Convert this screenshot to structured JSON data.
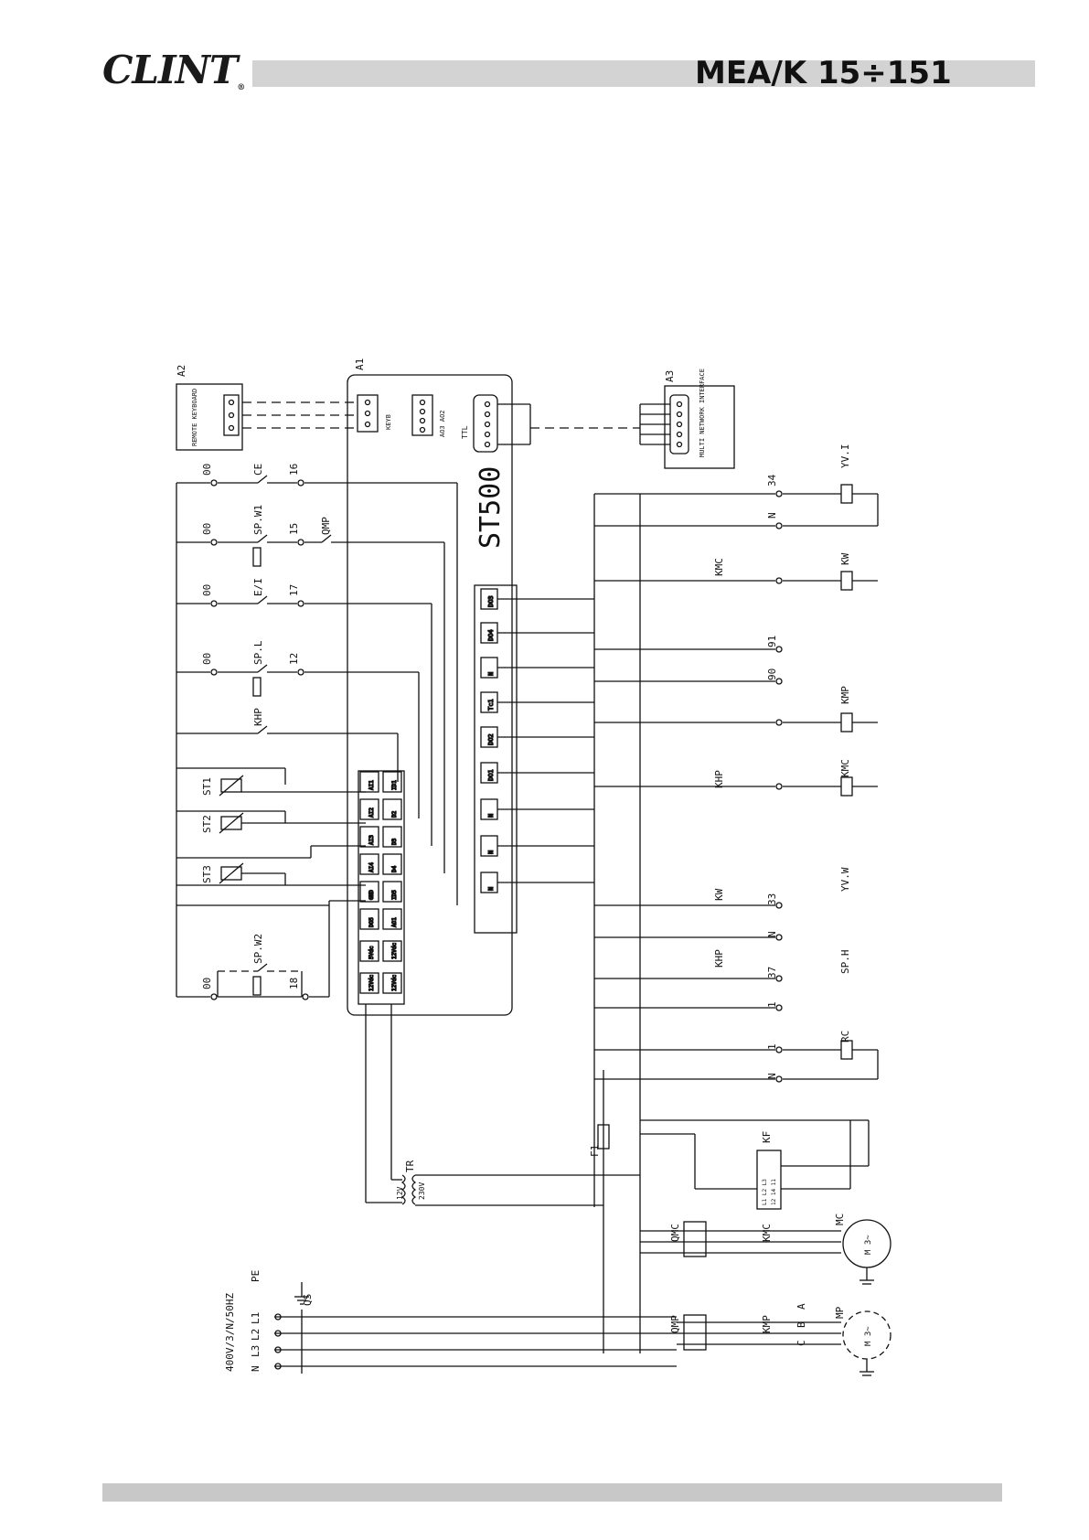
{
  "header": {
    "brand": "CLINT",
    "brand_reg": "®",
    "model": "MEA/K 15÷151"
  },
  "diagram": {
    "supply": "400V/3/N/50HZ",
    "supply_terminals": [
      "N",
      "L3",
      "L2",
      "L1"
    ],
    "pe": "PE",
    "mains_switch": "QS",
    "units": {
      "remote": {
        "tag": "A2",
        "name": "REMOTE KEYBOARD"
      },
      "controller": {
        "tag": "A1",
        "name": "ST500",
        "keyb": "KEYB",
        "ao": "AO3 AO2",
        "ttl": "TTL"
      },
      "network": {
        "tag": "A3",
        "name": "MULTI NETWORK INTERFACE"
      }
    },
    "left_inputs": [
      {
        "tag": "CE",
        "from": "00",
        "to": "16"
      },
      {
        "tag": "SP.W1",
        "from": "00",
        "to": "15",
        "extra": "QMP"
      },
      {
        "tag": "E/I",
        "from": "00",
        "to": "17"
      },
      {
        "tag": "SP.L",
        "from": "00",
        "to": "12"
      },
      {
        "tag": "KHP"
      }
    ],
    "sensors": [
      "ST1",
      "ST2",
      "ST3"
    ],
    "sp_w2": {
      "tag": "SP.W2",
      "from": "00",
      "to": "18"
    },
    "io_left_col": [
      "AI1",
      "AI2",
      "AI3",
      "AI4",
      "GND",
      "DO5",
      "5Vdc",
      "12Vdc"
    ],
    "io_right_col": [
      "ID1",
      "D2",
      "D3",
      "D4",
      "ID5",
      "AO1",
      "12Vdc",
      "12Vdc"
    ],
    "relay_block": [
      "DO3",
      "DO4",
      "N",
      "Tc1",
      "DO2",
      "DO1",
      "N",
      "N",
      "N"
    ],
    "right_outputs": [
      {
        "term": "34",
        "load": "YV.I"
      },
      {
        "term": "N"
      },
      {
        "switch": "KMC",
        "load": "KW"
      },
      {
        "term": "91"
      },
      {
        "term": "90"
      },
      {
        "load": "KMP"
      },
      {
        "switch": "KHP",
        "load": "KMC"
      },
      {
        "switch": "KW",
        "term": "33",
        "load": "YV.W"
      },
      {
        "term": "N"
      },
      {
        "load": "KHP",
        "term": "37",
        "switch": "SP.H"
      },
      {
        "term": "1"
      },
      {
        "term": "1",
        "load": "RC"
      },
      {
        "term": "N"
      }
    ],
    "fuse": "F1",
    "transformer": {
      "tag": "TR",
      "low": "12V",
      "high": "230V"
    },
    "phase_monitor": {
      "tag": "KF",
      "terms_top": "L1 L2 L3",
      "terms_bot": "12 14 11"
    },
    "compressor": {
      "breaker": "QMC",
      "contactor": "KMC",
      "motor": "MC",
      "symbol": "M 3~"
    },
    "pump": {
      "breaker": "QMP",
      "contactor": "KMP",
      "motor": "MP",
      "symbol": "M 3~",
      "terms": [
        "A",
        "B",
        "C"
      ]
    }
  }
}
